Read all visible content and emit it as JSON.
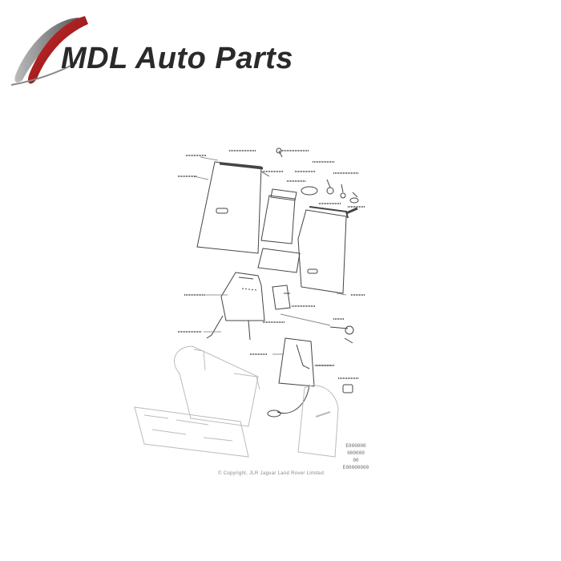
{
  "brand": {
    "name_part1": "MDL",
    "name_part2": " Auto Parts",
    "swoosh_color": "#a31e22",
    "text_color": "#2a2a2a"
  },
  "diagram": {
    "description_icon": "rear-seat-exploded-parts-diagram",
    "copyright": "© Copyright, JLR Jaguar Land Rover Limited",
    "code_lines": [
      "E000000",
      "000000",
      "00",
      "E00000000"
    ]
  }
}
